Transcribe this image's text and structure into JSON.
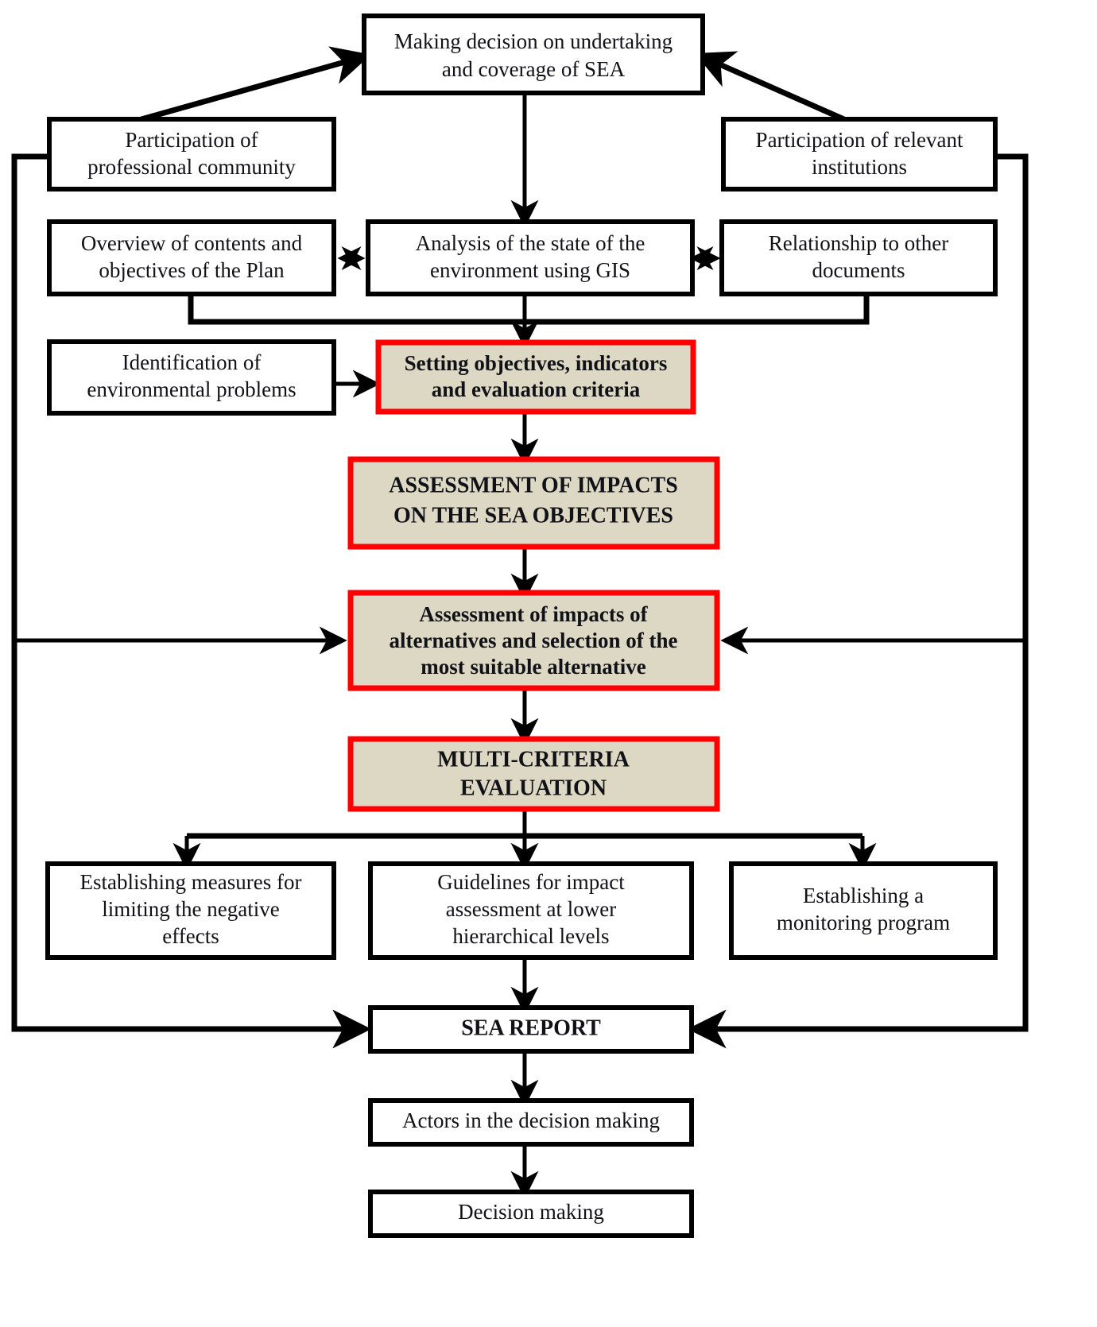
{
  "diagram": {
    "title": "SEA (Strategic Environmental Assessment) process flowchart",
    "colors": {
      "highlight_fill": "#DDD8C3",
      "highlight_border": "#FF0000",
      "box_border": "#000000",
      "box_fill": "#FFFFFF",
      "text": "#111118"
    },
    "nodes": [
      {
        "id": "decision-sea",
        "lines": [
          "Making decision on undertaking",
          "and coverage of SEA"
        ],
        "style": "plain",
        "highlighted": false
      },
      {
        "id": "participation-professional",
        "lines": [
          "Participation of",
          "professional community"
        ],
        "style": "plain",
        "highlighted": false
      },
      {
        "id": "participation-institutions",
        "lines": [
          "Participation of relevant",
          "institutions"
        ],
        "style": "plain",
        "highlighted": false
      },
      {
        "id": "overview-contents",
        "lines": [
          "Overview of contents and",
          "objectives of the Plan"
        ],
        "style": "plain",
        "highlighted": false
      },
      {
        "id": "analysis-state",
        "lines": [
          "Analysis of the state of the",
          "environment using GIS"
        ],
        "style": "plain",
        "highlighted": false
      },
      {
        "id": "relationship-documents",
        "lines": [
          "Relationship to other",
          "documents"
        ],
        "style": "plain",
        "highlighted": false
      },
      {
        "id": "identification-problems",
        "lines": [
          "Identification of",
          "environmental problems"
        ],
        "style": "plain",
        "highlighted": false
      },
      {
        "id": "setting-objectives",
        "lines": [
          "Setting objectives, indicators",
          "and evaluation criteria"
        ],
        "style": "bold",
        "highlighted": true
      },
      {
        "id": "assessment-impacts",
        "lines": [
          "ASSESSMENT OF IMPACTS",
          "ON THE SEA OBJECTIVES"
        ],
        "style": "caps",
        "highlighted": true
      },
      {
        "id": "assessment-alternatives",
        "lines": [
          "Assessment of impacts of",
          "alternatives and selection of the",
          "most suitable alternative"
        ],
        "style": "bold",
        "highlighted": true
      },
      {
        "id": "multi-criteria",
        "lines": [
          "MULTI-CRITERIA",
          "EVALUATION"
        ],
        "style": "caps",
        "highlighted": true
      },
      {
        "id": "establishing-measures",
        "lines": [
          "Establishing measures for",
          "limiting the negative",
          "effects"
        ],
        "style": "plain",
        "highlighted": false
      },
      {
        "id": "guidelines-impact",
        "lines": [
          "Guidelines for impact",
          "assessment at lower",
          "hierarchical levels"
        ],
        "style": "plain",
        "highlighted": false
      },
      {
        "id": "monitoring-program",
        "lines": [
          "Establishing a",
          "monitoring program"
        ],
        "style": "plain",
        "highlighted": false
      },
      {
        "id": "sea-report",
        "lines": [
          "SEA REPORT"
        ],
        "style": "caps",
        "highlighted": false
      },
      {
        "id": "actors-decision",
        "lines": [
          "Actors in the decision making"
        ],
        "style": "plain",
        "highlighted": false
      },
      {
        "id": "decision-making",
        "lines": [
          "Decision making"
        ],
        "style": "plain",
        "highlighted": false
      }
    ]
  }
}
